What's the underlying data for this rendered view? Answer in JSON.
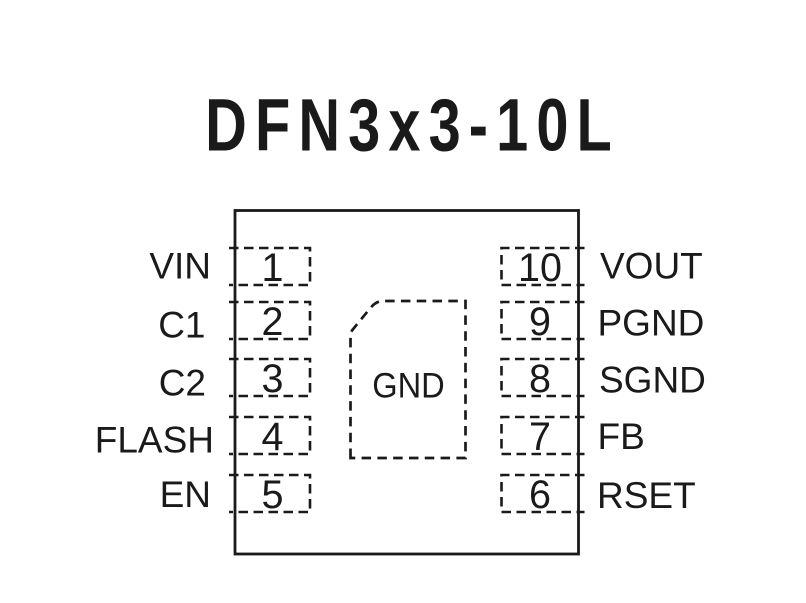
{
  "title": "DFN3x3-10L",
  "package": {
    "exposed_pad_label": "GND"
  },
  "pins": {
    "left": [
      {
        "number": "1",
        "label": "VIN"
      },
      {
        "number": "2",
        "label": "C1"
      },
      {
        "number": "3",
        "label": "C2"
      },
      {
        "number": "4",
        "label": "FLASH"
      },
      {
        "number": "5",
        "label": "EN"
      }
    ],
    "right": [
      {
        "number": "10",
        "label": "VOUT"
      },
      {
        "number": "9",
        "label": "PGND"
      },
      {
        "number": "8",
        "label": "SGND"
      },
      {
        "number": "7",
        "label": "FB"
      },
      {
        "number": "6",
        "label": "RSET"
      }
    ]
  },
  "colors": {
    "ink": "#1a1a1a",
    "background": "#ffffff"
  }
}
